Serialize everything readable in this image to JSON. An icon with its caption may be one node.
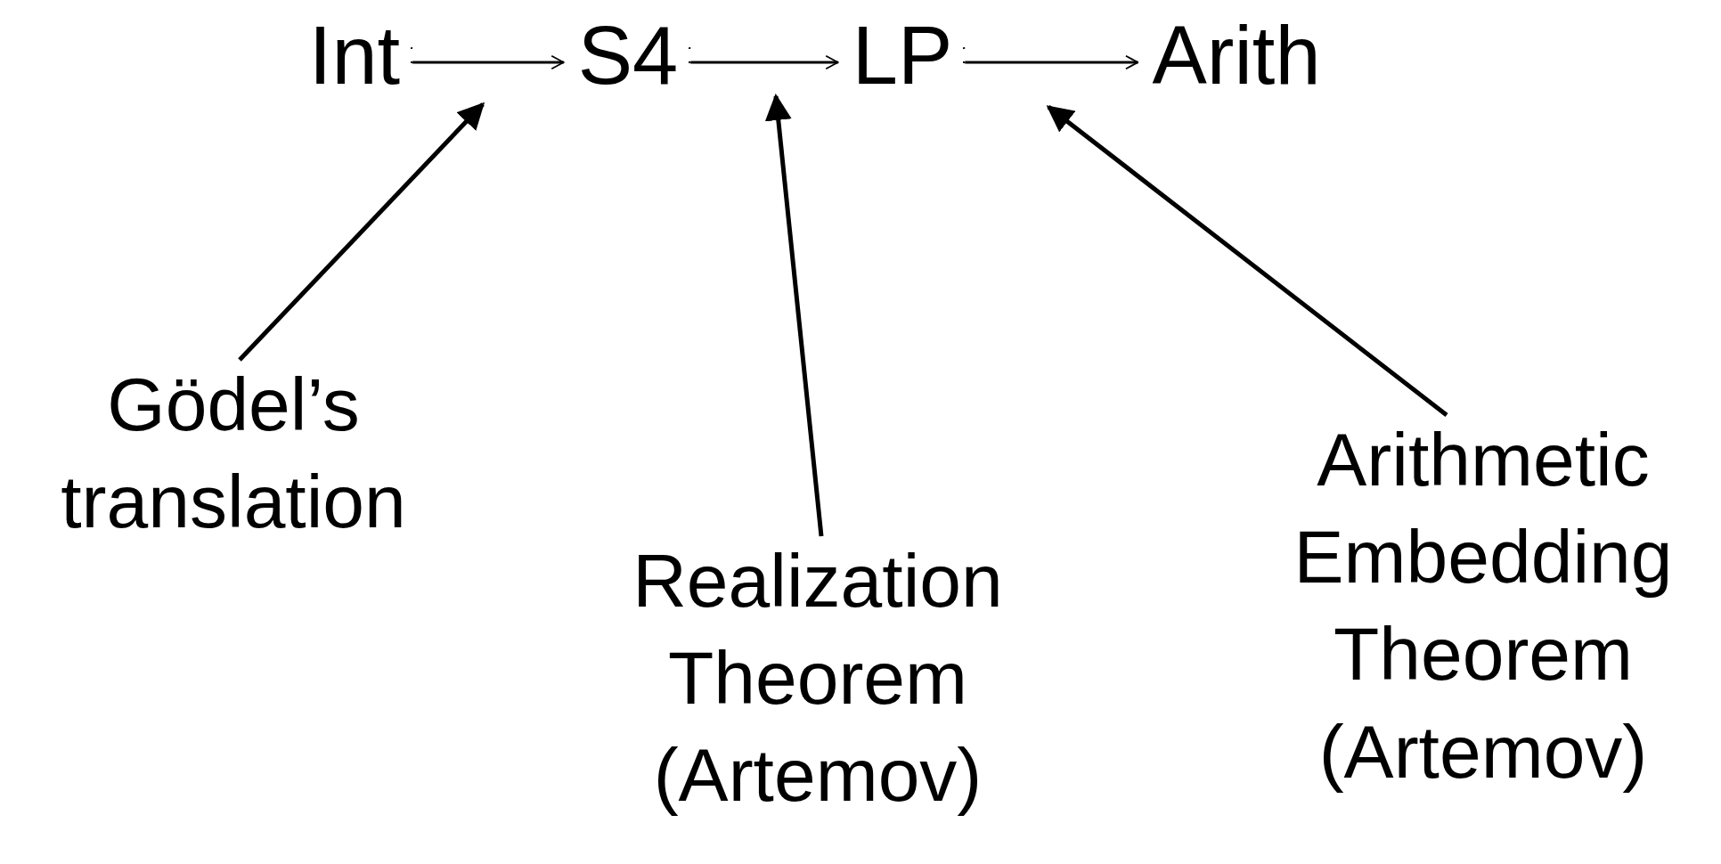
{
  "diagram": {
    "nodes": [
      {
        "text": [
          "Int"
        ]
      },
      {
        "text": [
          "S4"
        ]
      },
      {
        "text": [
          "LP"
        ]
      },
      {
        "text": [
          "Arith"
        ]
      },
      {
        "text": [
          "Gödel’s translation"
        ]
      },
      {
        "text": [
          "Realization Theorem (Artemov)"
        ]
      },
      {
        "text": [
          "Arithmetic Embedding Theorem (Artemov)"
        ]
      }
    ],
    "edges": [
      {
        "from": 0,
        "to": 1,
        "arrow": "to"
      },
      {
        "from": 1,
        "to": 2,
        "arrow": "to"
      },
      {
        "from": 2,
        "to": 3,
        "arrow": "to"
      },
      {
        "from": 4,
        "to": null,
        "arrow": "to"
      },
      {
        "from": 5,
        "to": null,
        "arrow": "to"
      },
      {
        "from": 6,
        "to": null,
        "arrow": "to"
      }
    ]
  }
}
